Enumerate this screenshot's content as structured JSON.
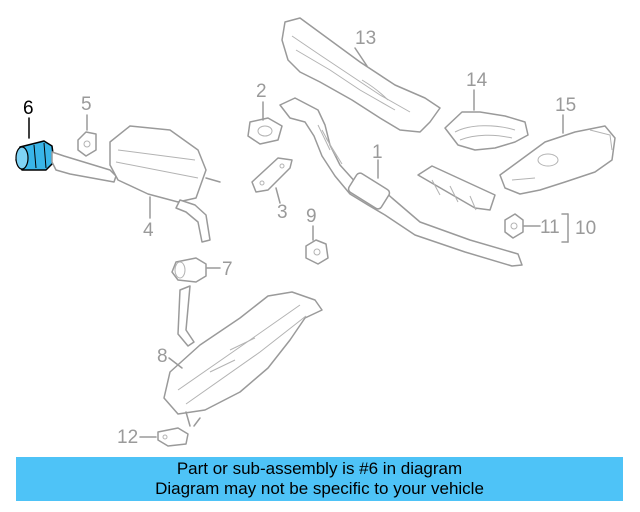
{
  "callouts": {
    "c1": "1",
    "c2": "2",
    "c3": "3",
    "c4": "4",
    "c5": "5",
    "c6": "6",
    "c7": "7",
    "c8": "8",
    "c9": "9",
    "c10": "10",
    "c11": "11",
    "c12": "12",
    "c13": "13",
    "c14": "14",
    "c15": "15"
  },
  "highlight": {
    "part": "6",
    "color": "#39b5e8"
  },
  "banner": {
    "line1": "Part or sub-assembly is #6 in diagram",
    "line2": "Diagram may not be specific to your vehicle",
    "color": "#4ec3f7"
  }
}
